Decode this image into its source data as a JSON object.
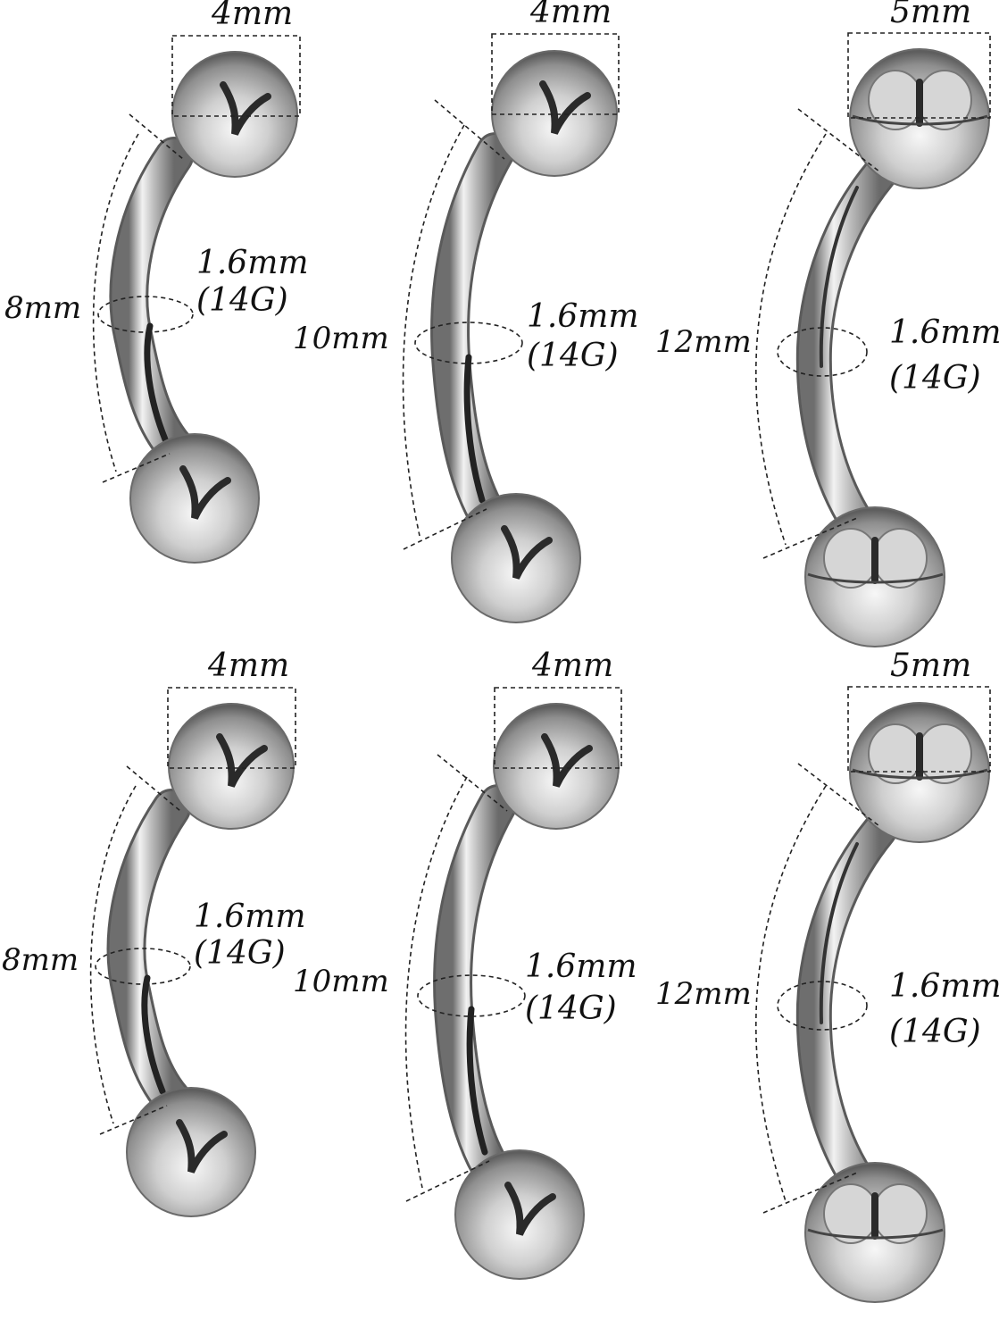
{
  "colors": {
    "background": "#ffffff",
    "metal_light": "#f4f4f4",
    "metal_mid": "#b9b9b9",
    "metal_dark": "#4a4a4a",
    "annotation_line": "#222222",
    "text": "#111111"
  },
  "items": [
    {
      "ball_size": "4mm",
      "bar_length": "8mm",
      "gauge_line1": "1.6mm",
      "gauge_line2": "(14G)"
    },
    {
      "ball_size": "4mm",
      "bar_length": "10mm",
      "gauge_line1": "1.6mm",
      "gauge_line2": "(14G)"
    },
    {
      "ball_size": "5mm",
      "bar_length": "12mm",
      "gauge_line1": "1.6mm",
      "gauge_line2": "(14G)"
    },
    {
      "ball_size": "4mm",
      "bar_length": "8mm",
      "gauge_line1": "1.6mm",
      "gauge_line2": "(14G)"
    },
    {
      "ball_size": "4mm",
      "bar_length": "10mm",
      "gauge_line1": "1.6mm",
      "gauge_line2": "(14G)"
    },
    {
      "ball_size": "5mm",
      "bar_length": "12mm",
      "gauge_line1": "1.6mm",
      "gauge_line2": "(14G)"
    }
  ]
}
